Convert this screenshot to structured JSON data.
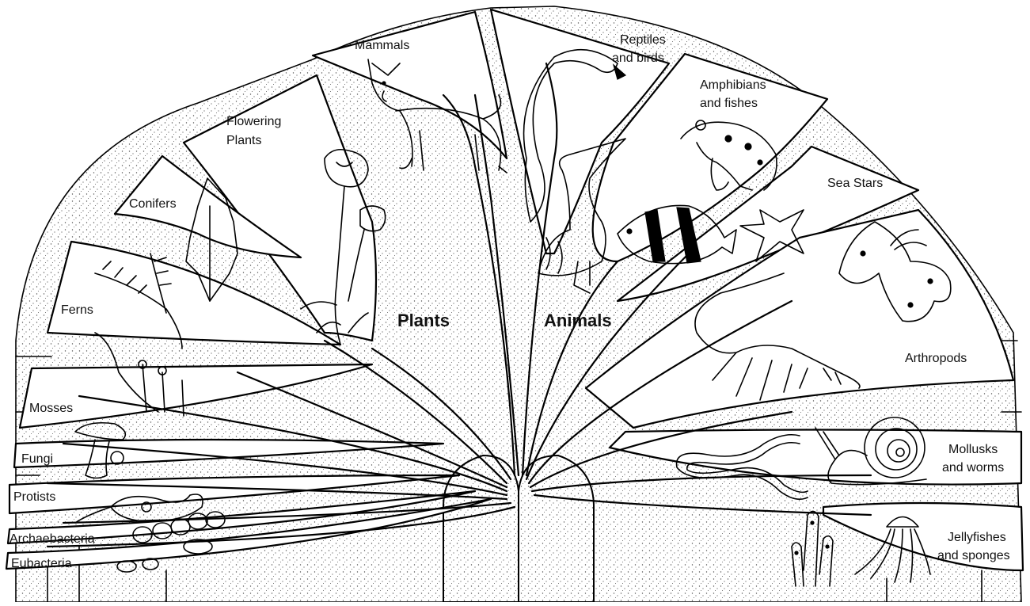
{
  "diagram": {
    "center_labels": {
      "plants": "Plants",
      "animals": "Animals"
    },
    "plant_groups": [
      {
        "id": "mammals",
        "label_lines": [
          "Mammals"
        ]
      },
      {
        "id": "flowering-plants",
        "label_lines": [
          "Flowering",
          "Plants"
        ]
      },
      {
        "id": "conifers",
        "label_lines": [
          "Conifers"
        ]
      },
      {
        "id": "ferns",
        "label_lines": [
          "Ferns"
        ]
      },
      {
        "id": "mosses",
        "label_lines": [
          "Mosses"
        ]
      },
      {
        "id": "fungi",
        "label_lines": [
          "Fungi"
        ]
      },
      {
        "id": "protists",
        "label_lines": [
          "Protists"
        ]
      },
      {
        "id": "archaebacteria",
        "label_lines": [
          "Archaebacteria"
        ]
      },
      {
        "id": "eubacteria",
        "label_lines": [
          "Eubacteria"
        ]
      }
    ],
    "animal_groups": [
      {
        "id": "reptiles-birds",
        "label_lines": [
          "Reptiles",
          "and birds"
        ]
      },
      {
        "id": "amphibians-fishes",
        "label_lines": [
          "Amphibians",
          "and fishes"
        ]
      },
      {
        "id": "sea-stars",
        "label_lines": [
          "Sea Stars"
        ]
      },
      {
        "id": "arthropods",
        "label_lines": [
          "Arthropods"
        ]
      },
      {
        "id": "mollusks-worms",
        "label_lines": [
          "Mollusks",
          "and worms"
        ]
      },
      {
        "id": "jellyfishes-sponges",
        "label_lines": [
          "Jellyfishes",
          "and sponges"
        ]
      }
    ],
    "illustrations": [
      "wolf",
      "snake",
      "pelican",
      "frog",
      "angelfish",
      "sea-star",
      "butterfly",
      "shrimp",
      "snail",
      "earthworm",
      "jellyfish",
      "sponge",
      "poppy",
      "fir-tree",
      "fern-frond",
      "moss",
      "mushroom",
      "protist-cells",
      "bacteria-cells"
    ],
    "colors": {
      "ink": "#000000",
      "paper": "#ffffff"
    }
  }
}
